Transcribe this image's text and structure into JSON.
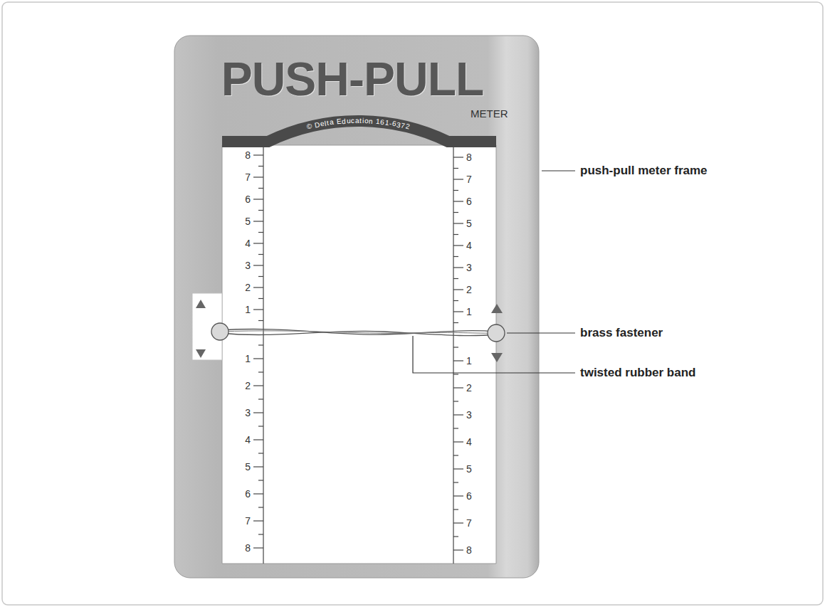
{
  "diagram": {
    "nodes": [
      {
        "text": [
          "PUSH-PULL",
          "METER",
          "© Delta Education 161-6372"
        ]
      }
    ],
    "labels": [
      "8",
      "7",
      "6",
      "5",
      "4",
      "3",
      "2",
      "1",
      "1",
      "2",
      "3",
      "4",
      "5",
      "6",
      "7",
      "8",
      "8",
      "7",
      "6",
      "5",
      "4",
      "3",
      "2",
      "1",
      "1",
      "2",
      "3",
      "4",
      "5",
      "6",
      "7",
      "8",
      "push-pull meter frame",
      "brass fastener",
      "twisted rubber band"
    ]
  }
}
